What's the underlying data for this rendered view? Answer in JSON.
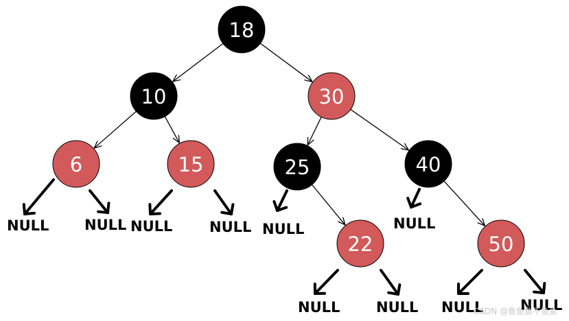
{
  "colors": {
    "black_node": "#000000",
    "red_node": "#d25a5a",
    "text": "#ffffff",
    "edge": "#000000"
  },
  "nodes": [
    {
      "id": "n18",
      "label": "18",
      "color": "black"
    },
    {
      "id": "n10",
      "label": "10",
      "color": "black"
    },
    {
      "id": "n30",
      "label": "30",
      "color": "red"
    },
    {
      "id": "n6",
      "label": "6",
      "color": "red"
    },
    {
      "id": "n15",
      "label": "15",
      "color": "red"
    },
    {
      "id": "n25",
      "label": "25",
      "color": "black"
    },
    {
      "id": "n40",
      "label": "40",
      "color": "black"
    },
    {
      "id": "n22",
      "label": "22",
      "color": "red"
    },
    {
      "id": "n50",
      "label": "50",
      "color": "red"
    }
  ],
  "edges": [
    {
      "from": "n18",
      "to": "n10"
    },
    {
      "from": "n18",
      "to": "n30"
    },
    {
      "from": "n10",
      "to": "n6"
    },
    {
      "from": "n10",
      "to": "n15"
    },
    {
      "from": "n30",
      "to": "n25"
    },
    {
      "from": "n30",
      "to": "n40"
    },
    {
      "from": "n25",
      "to": "n22"
    },
    {
      "from": "n40",
      "to": "n50"
    }
  ],
  "null_label": "NULL",
  "nulls": [
    {
      "id": "null-6-left"
    },
    {
      "id": "null-6-right"
    },
    {
      "id": "null-15-left"
    },
    {
      "id": "null-15-right"
    },
    {
      "id": "null-25-left"
    },
    {
      "id": "null-40-left"
    },
    {
      "id": "null-22-left"
    },
    {
      "id": "null-22-right"
    },
    {
      "id": "null-50-left"
    },
    {
      "id": "null-50-right"
    }
  ],
  "watermark": "CSDN @鱼鱼鱼不鱼鱼"
}
